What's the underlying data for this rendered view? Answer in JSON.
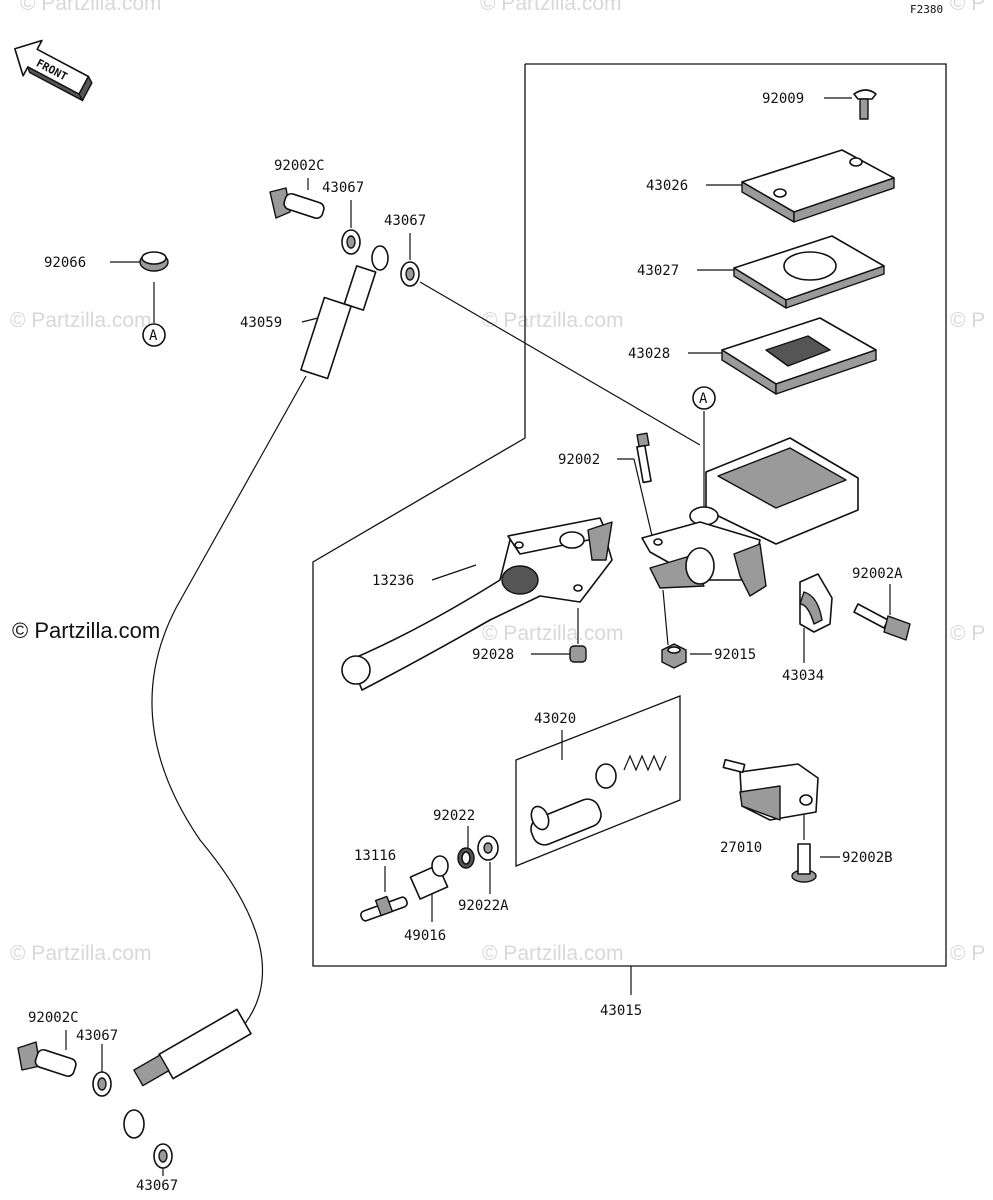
{
  "figure_code": "F2380",
  "front_arrow_text": "FRONT",
  "watermark_text": "© Partzilla.com",
  "main_watermark": "© Partzilla.com",
  "callouts": {
    "a_top": "A",
    "a_left": "A"
  },
  "labels": {
    "p92009": "92009",
    "p43026": "43026",
    "p43027": "43027",
    "p43028": "43028",
    "p92002": "92002",
    "p13236": "13236",
    "p92028": "92028",
    "p92015": "92015",
    "p92002A": "92002A",
    "p43034": "43034",
    "p43020": "43020",
    "p27010": "27010",
    "p92002B": "92002B",
    "p92022": "92022",
    "p92022A": "92022A",
    "p13116": "13116",
    "p49016": "49016",
    "p43015": "43015",
    "p92002C_top": "92002C",
    "p43067_a": "43067",
    "p43067_b": "43067",
    "p92066": "92066",
    "p43059": "43059",
    "p92002C_bottom": "92002C",
    "p43067_c": "43067",
    "p43067_d": "43067"
  }
}
